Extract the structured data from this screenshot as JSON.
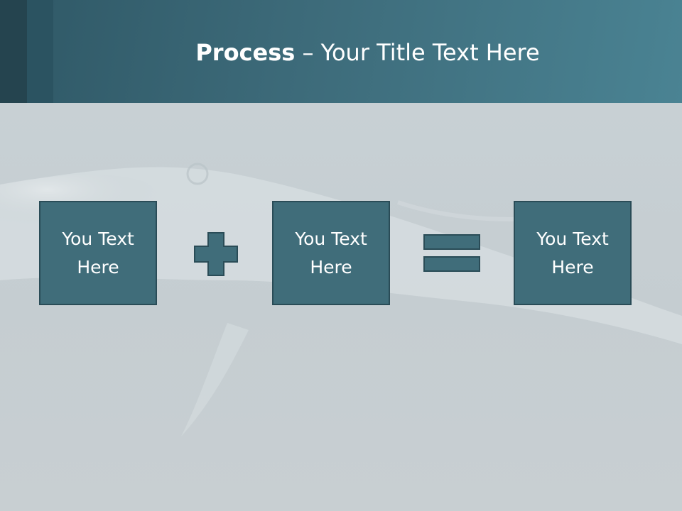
{
  "slide": {
    "title_bold": "Process",
    "title_rest": " – Your Title Text Here",
    "boxes": [
      {
        "label": "You Text Here"
      },
      {
        "label": "You Text Here"
      },
      {
        "label": "You Text Here"
      }
    ],
    "operators": [
      "plus-icon",
      "equals-icon"
    ],
    "colors": {
      "header": "#3d6b7a",
      "box_fill": "#406d7a",
      "box_border": "#2a4c57",
      "background": "#c9d2d6"
    }
  }
}
